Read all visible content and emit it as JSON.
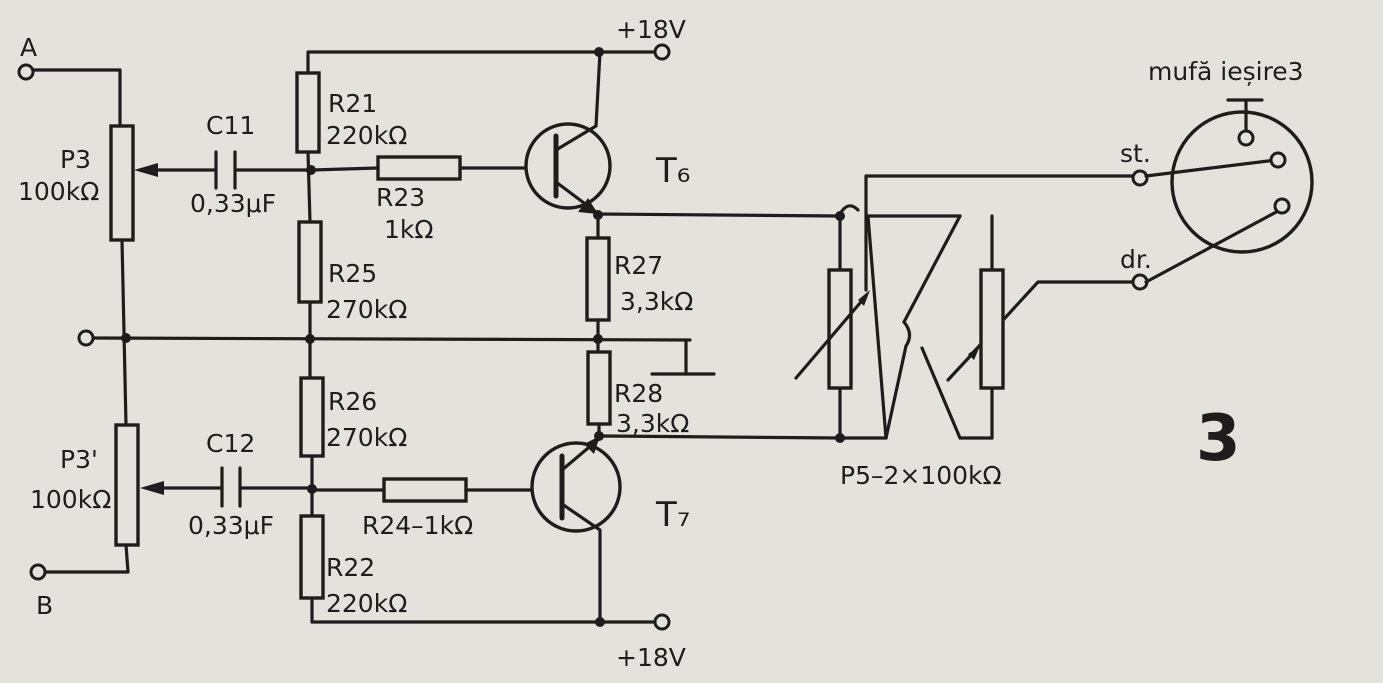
{
  "labels": {
    "terminal_a": "A",
    "terminal_b": "B",
    "supply_top": "+18V",
    "supply_bottom": "+18V",
    "p3_name": "P3",
    "p3_value": "100kΩ",
    "p3b_name": "P3'",
    "p3b_value": "100kΩ",
    "c11_name": "C11",
    "c11_value": "0,33μF",
    "c12_name": "C12",
    "c12_value": "0,33μF",
    "r21_name": "R21",
    "r21_value": "220kΩ",
    "r23_name": "R23",
    "r23_value": "1kΩ",
    "r25_name": "R25",
    "r25_value": "270kΩ",
    "r26_name": "R26",
    "r26_value": "270kΩ",
    "r22_name": "R22",
    "r22_value": "220kΩ",
    "r24": "R24–1kΩ",
    "r27_name": "R27",
    "r27_value": "3,3kΩ",
    "r28_name": "R28",
    "r28_value": "3,3kΩ",
    "t6": "T₆",
    "t7": "T₇",
    "p5": "P5–2×100kΩ",
    "connector_title": "mufă ieșire3",
    "out_left": "st.",
    "out_right": "dr.",
    "figure_number": "3"
  }
}
